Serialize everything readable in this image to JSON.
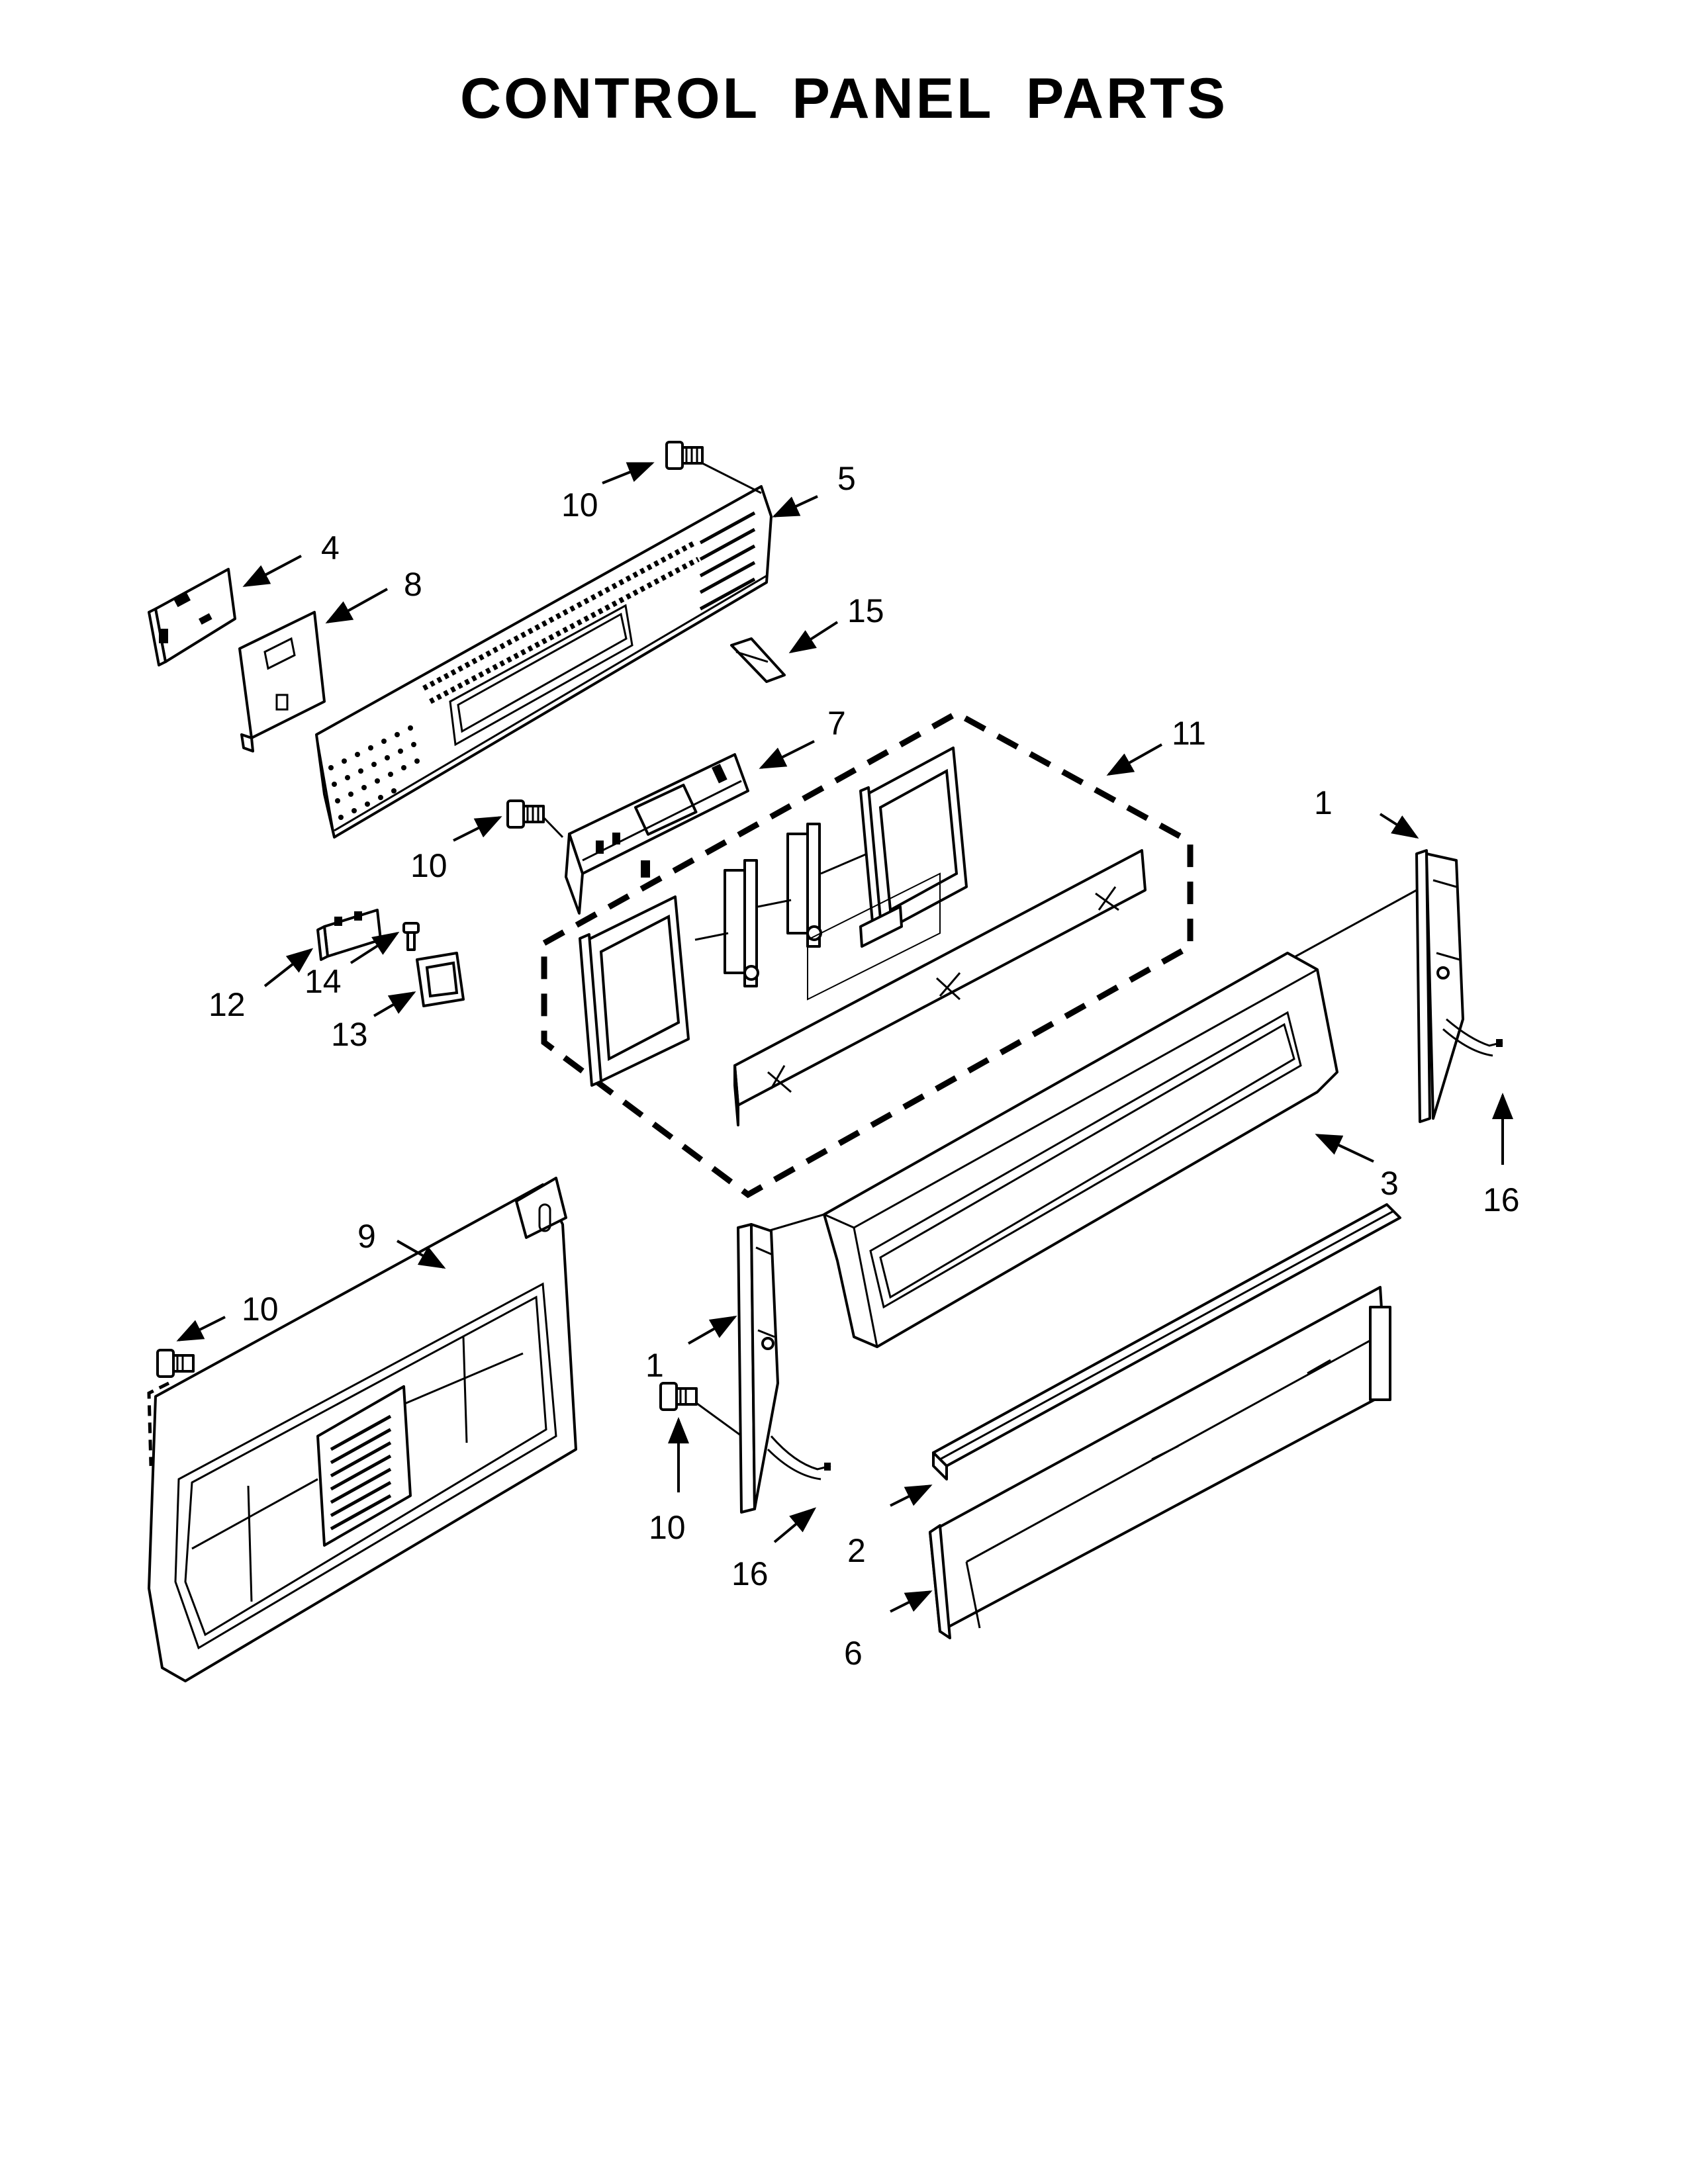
{
  "title": "CONTROL PANEL PARTS",
  "callouts": {
    "c1a": "1",
    "c1b": "1",
    "c2": "2",
    "c3": "3",
    "c4": "4",
    "c5": "5",
    "c6": "6",
    "c7": "7",
    "c8": "8",
    "c9": "9",
    "c10a": "10",
    "c10b": "10",
    "c10c": "10",
    "c10d": "10",
    "c11": "11",
    "c12": "12",
    "c13": "13",
    "c14": "14",
    "c15": "15",
    "c16a": "16",
    "c16b": "16"
  }
}
